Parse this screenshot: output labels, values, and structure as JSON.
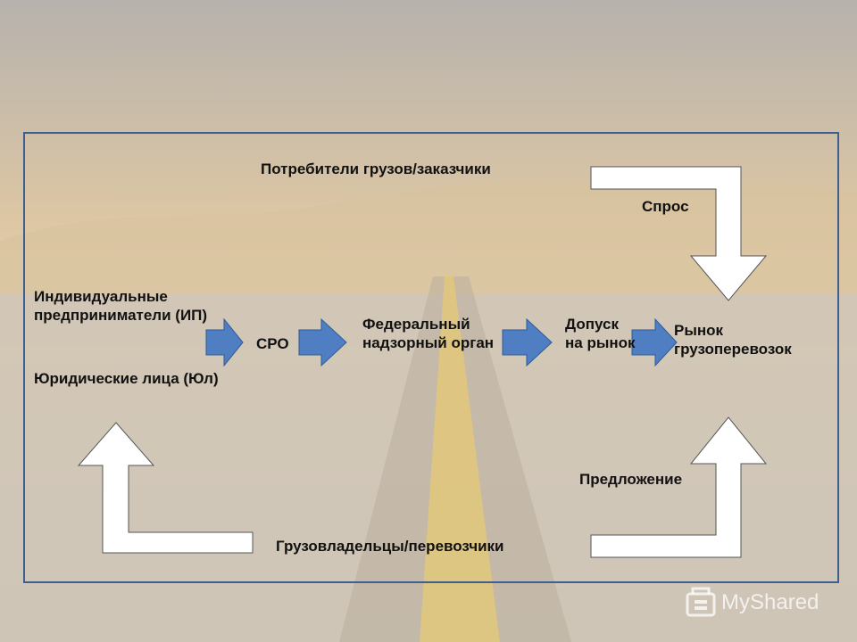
{
  "labels": {
    "consumers": "Потребители грузов/заказчики",
    "demand": "Спрос",
    "individuals": "Индивидуальные предприниматели (ИП)",
    "legal_entities": "Юридические лица (Юл)",
    "sro": "СРО",
    "federal_body": "Федеральный надзорный орган",
    "admission": "Допуск на рынок",
    "market": "Рынок грузоперевозок",
    "supply": "Предложение",
    "owners": "Грузовладельцы/перевозчики"
  },
  "watermark": "MyShared",
  "colors": {
    "frame": "#3e5f8f",
    "arrow_fill": "#4f7fc2",
    "arrow_stroke": "#2f5a96"
  }
}
